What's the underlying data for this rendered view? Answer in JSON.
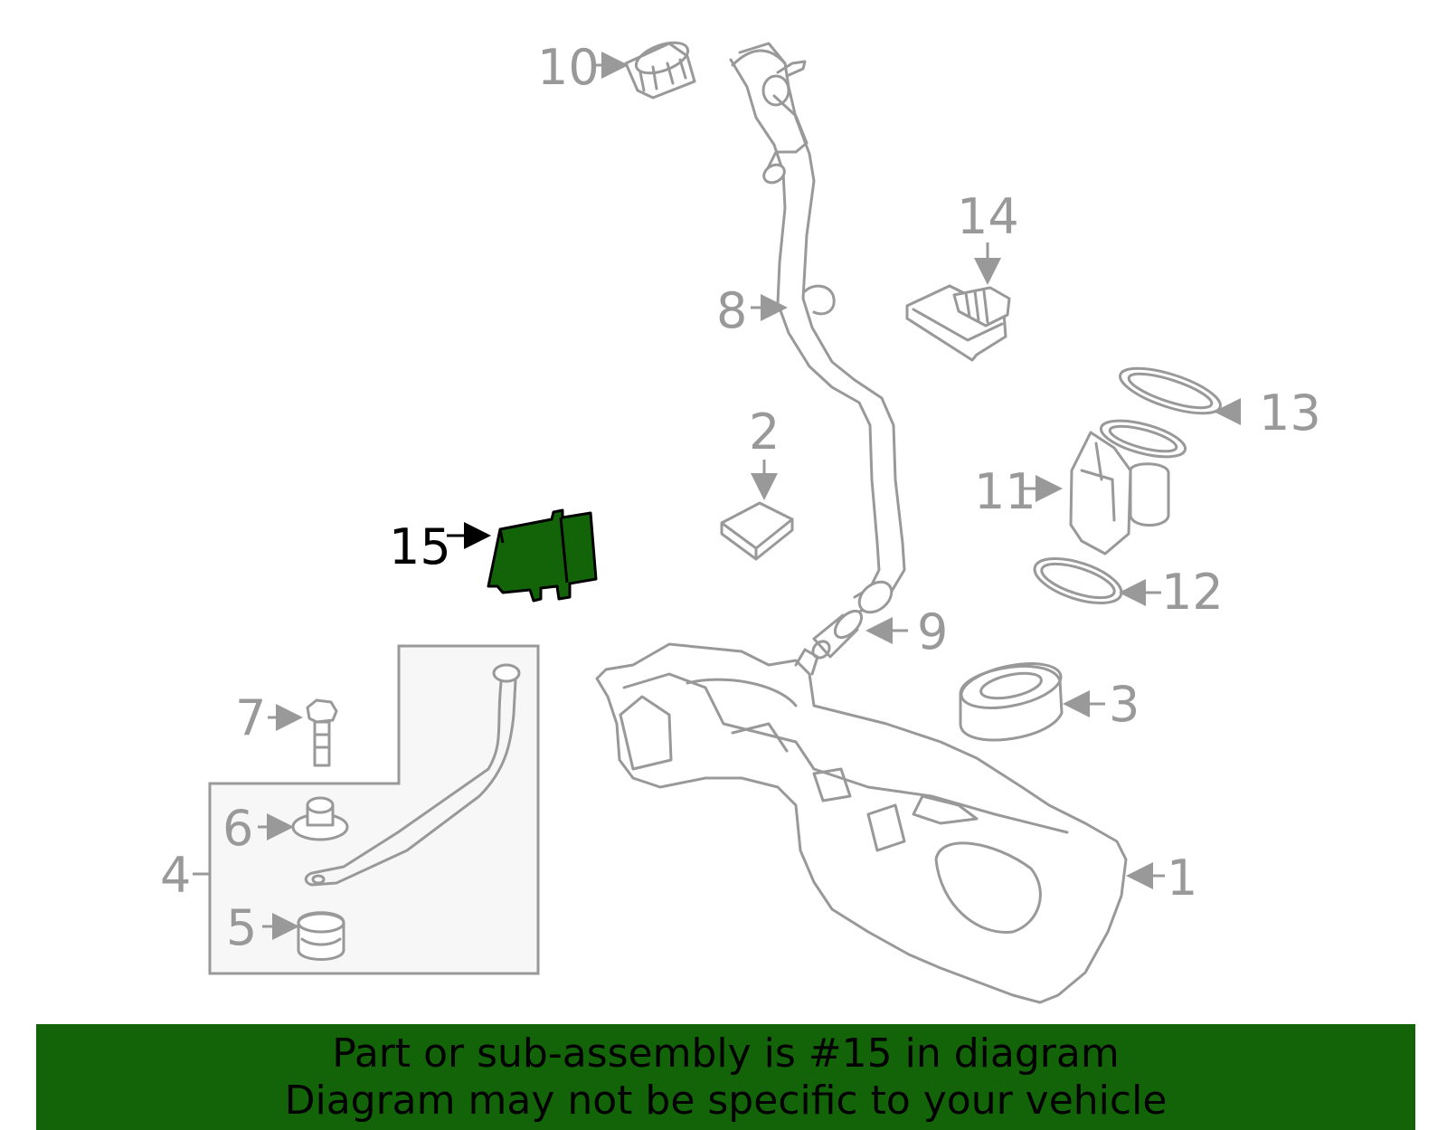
{
  "labels": {
    "l1": "1",
    "l2": "2",
    "l3": "3",
    "l4": "4",
    "l5": "5",
    "l6": "6",
    "l7": "7",
    "l8": "8",
    "l9": "9",
    "l10": "10",
    "l11": "11",
    "l12": "12",
    "l13": "13",
    "l14": "14",
    "l15": "15"
  },
  "highlight_part": "15",
  "colors": {
    "highlight": "#136309",
    "line": "#999999",
    "banner": "#136309",
    "text": "#000000"
  },
  "banner": {
    "line1": "Part or sub-assembly is #15 in diagram",
    "line2": "Diagram may not be specific to your vehicle"
  }
}
